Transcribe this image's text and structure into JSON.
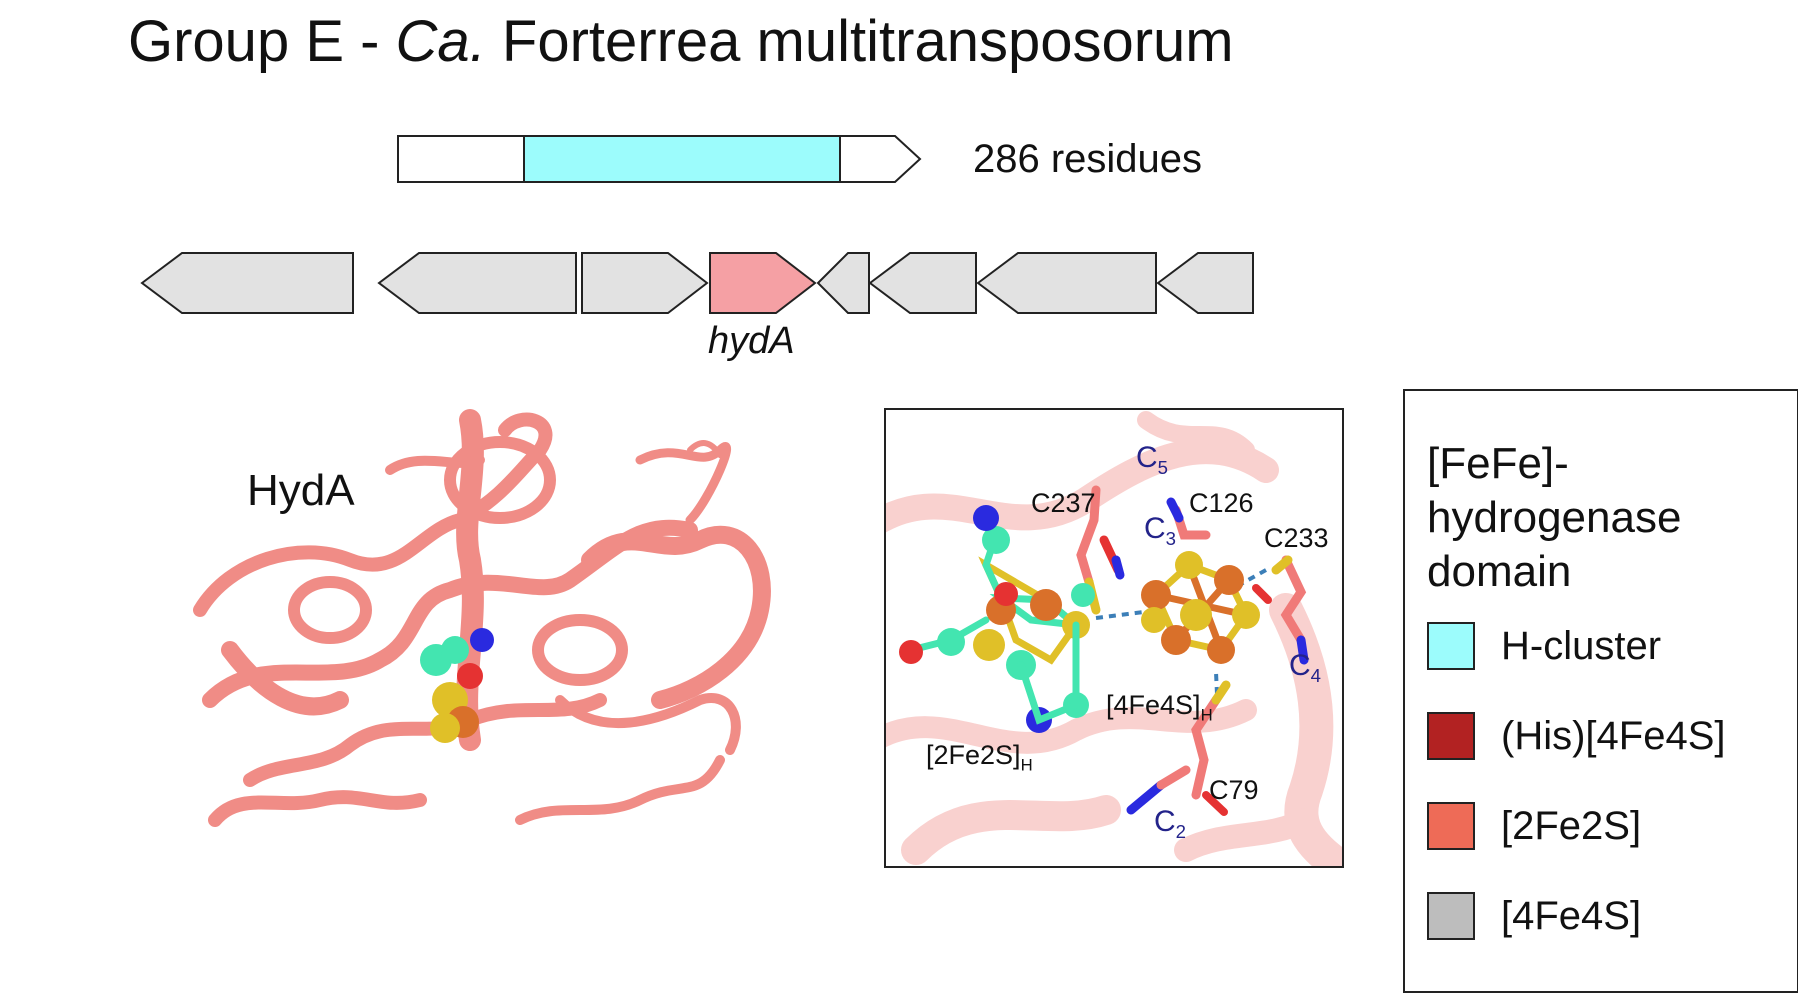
{
  "title": {
    "prefix": "Group E - ",
    "species_prefix": "Ca.",
    "species_name": " Forterrea multitransposorum"
  },
  "domain_bar": {
    "length_label": "286 residues",
    "domain_color": "#9cfcfc"
  },
  "gene_neighborhood": {
    "gene_label": "hydA",
    "target_gene_color": "#f5a0a4",
    "other_gene_color": "#e2e2e2"
  },
  "structure": {
    "protein_label": "HydA",
    "cartoon_color": "#f08c86"
  },
  "inset": {
    "residues": {
      "c237": "C237",
      "c126": "C126",
      "c233": "C233",
      "c79": "C79"
    },
    "clusters": {
      "fe4s4_base": "[4Fe4S]",
      "fe4s4_sub": "H",
      "fe2s2_base": "[2Fe2S]",
      "fe2s2_sub": "H"
    },
    "coordinating_labels": {
      "c5": {
        "base": "C",
        "sub": "5"
      },
      "c3": {
        "base": "C",
        "sub": "3"
      },
      "c4": {
        "base": "C",
        "sub": "4"
      },
      "c2": {
        "base": "C",
        "sub": "2"
      }
    }
  },
  "legend": {
    "title": "[FeFe]-hydrogenase domain",
    "items": [
      {
        "label": "H-cluster",
        "color": "#9cfcfc"
      },
      {
        "label": "(His)[4Fe4S]",
        "color": "#b22222"
      },
      {
        "label": "[2Fe2S]",
        "color": "#ee6b57"
      },
      {
        "label": "[4Fe4S]",
        "color": "#bdbdbd"
      }
    ]
  }
}
